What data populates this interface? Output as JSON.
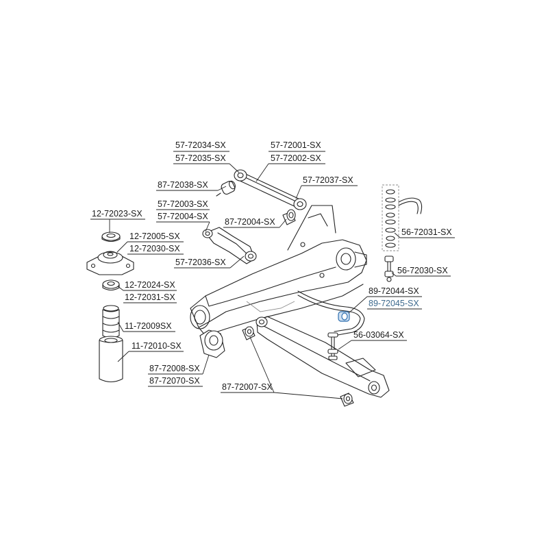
{
  "colors": {
    "line": "#222222",
    "highlight": "#2f6fb0",
    "highlight_text": "#3d6a8e",
    "background": "#ffffff"
  },
  "labels": {
    "l_57_72034": "57-72034-SX",
    "l_57_72035": "57-72035-SX",
    "l_57_72001": "57-72001-SX",
    "l_57_72002": "57-72002-SX",
    "l_87_72038": "87-72038-SX",
    "l_57_72037": "57-72037-SX",
    "l_57_72003": "57-72003-SX",
    "l_57_72004": "57-72004-SX",
    "l_87_72004": "87-72004-SX",
    "l_12_72023": "12-72023-SX",
    "l_12_72005": "12-72005-SX",
    "l_12_72030": "12-72030-SX",
    "l_57_72036": "57-72036-SX",
    "l_56_72031": "56-72031-SX",
    "l_56_72030": "56-72030-SX",
    "l_12_72024": "12-72024-SX",
    "l_12_72031": "12-72031-SX",
    "l_89_72044": "89-72044-SX",
    "l_89_72045": "89-72045-SX",
    "l_11_72009": "11-72009SX",
    "l_56_03064": "56-03064-SX",
    "l_11_72010": "11-72010-SX",
    "l_87_72008": "87-72008-SX",
    "l_87_72070": "87-72070-SX",
    "l_87_72007": "87-72007-SX"
  }
}
